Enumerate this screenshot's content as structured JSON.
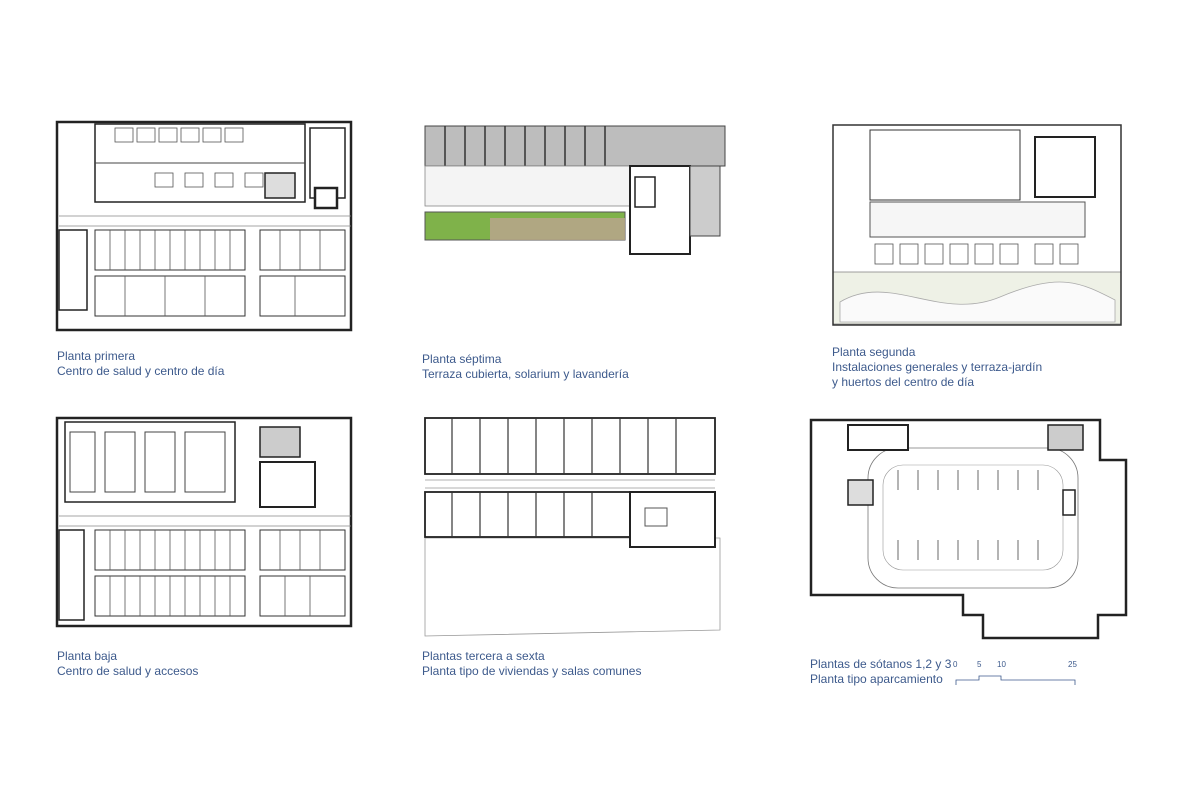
{
  "plans": [
    {
      "line1": "Planta primera",
      "line2": "Centro de salud y centro de día"
    },
    {
      "line1": "Planta séptima",
      "line2": "Terraza cubierta, solarium y lavandería"
    },
    {
      "line1": "Planta segunda",
      "line2": "Instalaciones generales y terraza-jardín",
      "line3": "y huertos del centro de día"
    },
    {
      "line1": "Planta baja",
      "line2": "Centro de salud y accesos"
    },
    {
      "line1": "Plantas tercera a sexta",
      "line2": "Planta tipo de viviendas y salas comunes"
    },
    {
      "line1": "Plantas de sótanos 1,2 y 3",
      "line2": "Planta tipo aparcamiento"
    }
  ],
  "scale_bar": {
    "t0": "0",
    "t5": "5",
    "t10": "10",
    "t25": "25"
  },
  "colors": {
    "caption": "#3d5a8c",
    "line": "#222222",
    "terrace_green": "#7fb24a",
    "terrace_wood": "#b9a48c",
    "garden": "#eef1e6"
  }
}
